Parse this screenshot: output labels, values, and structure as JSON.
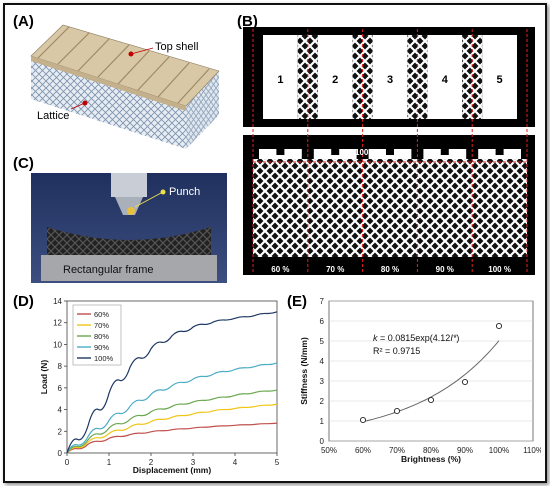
{
  "panels": {
    "a": {
      "label": "(A)",
      "callouts": [
        "Top shell",
        "Lattice"
      ]
    },
    "b": {
      "label": "(B)",
      "columns": [
        "1",
        "2",
        "3",
        "4",
        "5"
      ],
      "marker": "100 %",
      "percents": [
        "60 %",
        "70 %",
        "80 %",
        "90 %",
        "100 %"
      ]
    },
    "c": {
      "label": "(C)",
      "callouts": [
        "Punch",
        "Rectangular frame"
      ]
    },
    "d": {
      "label": "(D)"
    },
    "e": {
      "label": "(E)"
    }
  },
  "chart_data": [
    {
      "type": "line",
      "xlabel": "Displacement (mm)",
      "ylabel": "Load (N)",
      "xlim": [
        0,
        5
      ],
      "ylim": [
        0,
        14
      ],
      "xticks": [
        0,
        1,
        2,
        3,
        4,
        5
      ],
      "yticks": [
        0,
        2,
        4,
        6,
        8,
        10,
        12,
        14
      ],
      "legend_position": "top-left",
      "series": [
        {
          "name": "60%",
          "color": "#c0504d",
          "x": [
            0,
            0.5,
            1,
            1.5,
            2,
            2.5,
            3,
            3.5,
            4,
            4.5,
            5
          ],
          "y": [
            0,
            0.8,
            1.35,
            1.7,
            1.95,
            2.15,
            2.3,
            2.45,
            2.55,
            2.65,
            2.75
          ]
        },
        {
          "name": "70%",
          "color": "#f2c618",
          "x": [
            0,
            0.5,
            1,
            1.5,
            2,
            2.5,
            3,
            3.5,
            4,
            4.5,
            5
          ],
          "y": [
            0,
            1.0,
            1.8,
            2.4,
            2.9,
            3.3,
            3.6,
            3.9,
            4.1,
            4.3,
            4.5
          ]
        },
        {
          "name": "80%",
          "color": "#6aa84f",
          "x": [
            0,
            0.5,
            1,
            1.5,
            2,
            2.5,
            3,
            3.5,
            4,
            4.5,
            5
          ],
          "y": [
            0,
            1.2,
            2.3,
            3.1,
            3.8,
            4.3,
            4.7,
            5.0,
            5.3,
            5.6,
            5.8
          ]
        },
        {
          "name": "90%",
          "color": "#4bacc6",
          "x": [
            0,
            0.5,
            1,
            1.5,
            2,
            2.5,
            3,
            3.5,
            4,
            4.5,
            5
          ],
          "y": [
            0,
            1.5,
            3.0,
            4.3,
            5.4,
            6.2,
            6.8,
            7.3,
            7.7,
            8.0,
            8.3
          ]
        },
        {
          "name": "100%",
          "color": "#1f3864",
          "x": [
            0,
            0.5,
            1,
            1.5,
            2,
            2.5,
            3,
            3.5,
            4,
            4.5,
            5
          ],
          "y": [
            0,
            2.5,
            5.5,
            7.9,
            9.6,
            10.8,
            11.6,
            12.1,
            12.4,
            12.7,
            13.0
          ]
        }
      ]
    },
    {
      "type": "scatter",
      "xlabel": "Brightness (%)",
      "ylabel": "Stiffness (N/mm)",
      "xlim": [
        50,
        110
      ],
      "ylim": [
        0,
        7
      ],
      "xticks": [
        "50%",
        "60%",
        "70%",
        "80%",
        "90%",
        "100%",
        "110%"
      ],
      "yticks": [
        0,
        1,
        2,
        3,
        4,
        5,
        6,
        7
      ],
      "points": {
        "x": [
          60,
          70,
          80,
          90,
          100
        ],
        "y": [
          1.05,
          1.5,
          2.05,
          2.95,
          5.75
        ]
      },
      "fit": {
        "k": 0.0815,
        "b": 4.12
      },
      "annotations": {
        "eq_k": "k",
        "eq_mid": " = 0.0815exp(4.12",
        "eq_i": "I*",
        "eq_end": ")",
        "r2": "R² = 0.9715"
      }
    }
  ]
}
